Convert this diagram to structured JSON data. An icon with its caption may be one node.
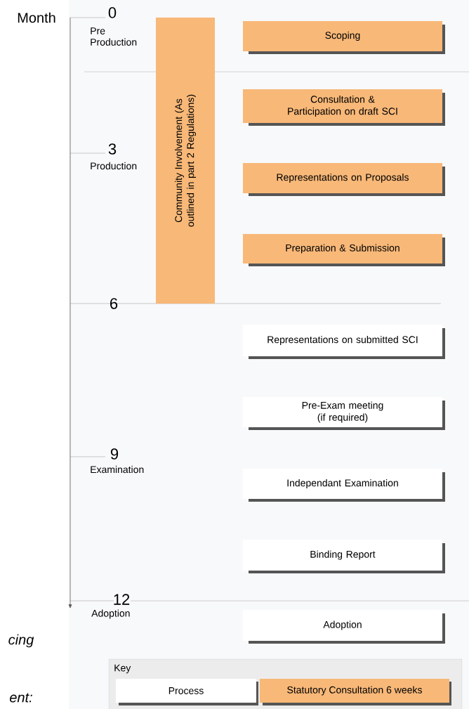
{
  "diagram": {
    "nodes": [
      {
        "text": [
          "Community Involvement (As outlined in part 2 Regulations)"
        ]
      },
      {
        "text": [
          "Scoping"
        ]
      },
      {
        "text": [
          "Consultation & Participation on draft SCI"
        ]
      },
      {
        "text": [
          "Representations on Proposals"
        ]
      },
      {
        "text": [
          "Preparation & Submission"
        ]
      },
      {
        "text": [
          "Representations on submitted SCI"
        ]
      },
      {
        "text": [
          "Pre-Exam meeting (if required)"
        ]
      },
      {
        "text": [
          "Independant Examination"
        ]
      },
      {
        "text": [
          "Binding Report"
        ]
      },
      {
        "text": [
          "Adoption"
        ]
      }
    ],
    "labels": [
      "Month",
      "0",
      "Pre Production",
      "3",
      "Production",
      "6",
      "9",
      "Examination",
      "12",
      "Adoption",
      "cing",
      "ent:",
      "Key"
    ],
    "legend": [
      {
        "text": "Process",
        "color": "#ffffff"
      },
      {
        "text": "Statutory Consultation 6 weeks",
        "color": "#f8b878"
      }
    ]
  }
}
